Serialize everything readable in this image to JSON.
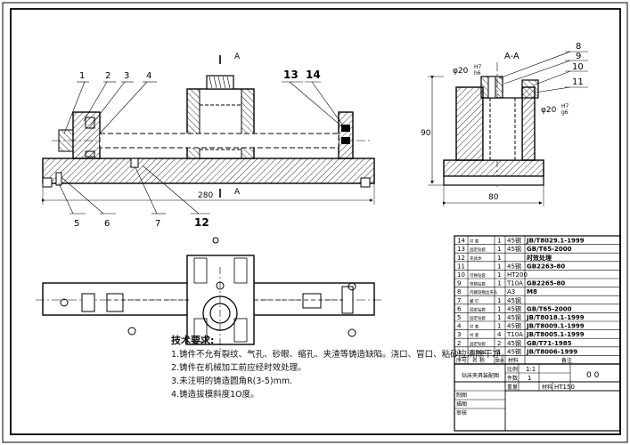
{
  "sheet": {
    "line_color": "#000000",
    "hatch_color": "#000000"
  },
  "section": {
    "marker": "A",
    "title": "A-A"
  },
  "balloons": {
    "front": [
      "1",
      "2",
      "3",
      "4",
      "5",
      "6",
      "7",
      "12",
      "13",
      "14"
    ],
    "section": [
      "8",
      "9",
      "10",
      "11"
    ]
  },
  "dimensions": {
    "overall_length": "280",
    "height": "90",
    "width": "80",
    "bore_top": "φ20",
    "bore_top_fit": "H7",
    "bore_top_fit2": "h6",
    "bore_right": "φ20",
    "bore_right_fit": "H7",
    "bore_right_fit2": "g6"
  },
  "notes": {
    "title": "技术要求:",
    "items": [
      "1.铸件不允有裂纹、气孔、砂眼、缩孔、夹渣等铸造缺陷。浇口、冒口、粘砂应清除干净。",
      "2.铸件在机械加工前应经时效处理。",
      "3.未注明的铸造圆角R(3-5)mm.",
      "4.铸造拔模斜度1O度。"
    ]
  },
  "bom": {
    "rows": [
      {
        "no": "14",
        "name": "衬 套",
        "qty": "1",
        "mat": "45钢",
        "std": "JB/T8029.1-1999"
      },
      {
        "no": "13",
        "name": "固定钻套",
        "qty": "1",
        "mat": "45钢",
        "std": "GB/T65-2000"
      },
      {
        "no": "12",
        "name": "夹具体",
        "qty": "1",
        "mat": "",
        "std": "时效处理"
      },
      {
        "no": "11",
        "name": "",
        "qty": "1",
        "mat": "45钢",
        "std": "GB2263-80"
      },
      {
        "no": "10",
        "name": "可换钻套",
        "qty": "1",
        "mat": "HT200",
        "std": ""
      },
      {
        "no": "9",
        "name": "快换钻套",
        "qty": "1",
        "mat": "T10A",
        "std": "GB2265-80"
      },
      {
        "no": "8",
        "name": "内螺旋钢丝夹头",
        "qty": "",
        "mat": "A3",
        "std": "M8"
      },
      {
        "no": "7",
        "name": "螺 钉",
        "qty": "1",
        "mat": "45钢",
        "std": ""
      },
      {
        "no": "6",
        "name": "固定钻套",
        "qty": "1",
        "mat": "45钢",
        "std": "GB/T65-2000"
      },
      {
        "no": "5",
        "name": "固定钻套",
        "qty": "1",
        "mat": "45钢",
        "std": "JB/T8018.1-1999"
      },
      {
        "no": "4",
        "name": "衬 套",
        "qty": "1",
        "mat": "45钢",
        "std": "JB/T8009.1-1999"
      },
      {
        "no": "3",
        "name": "衬 套",
        "qty": "4",
        "mat": "T10A",
        "std": "JB/T8005.1-1999"
      },
      {
        "no": "2",
        "name": "固定钻套",
        "qty": "2",
        "mat": "45钢",
        "std": "GB/T71-1985"
      },
      {
        "no": "1",
        "name": "开口垫圈",
        "qty": "1",
        "mat": "45钢",
        "std": "JB/T8006-1999"
      }
    ],
    "header": {
      "no": "序号",
      "name": "名 称",
      "qty": "数量",
      "mat": "材料",
      "note": "备注"
    }
  },
  "titleblock": {
    "name": "钻床夹具装配图",
    "scale_label": "比例",
    "scale": "1:1",
    "count_label": "件数",
    "count": "1",
    "weight_label": "重量",
    "material_label": "材料",
    "material": "HT150",
    "drawing_no": "0 0",
    "drawn_label": "制图",
    "design_label": "描图",
    "check_label": "审核"
  }
}
